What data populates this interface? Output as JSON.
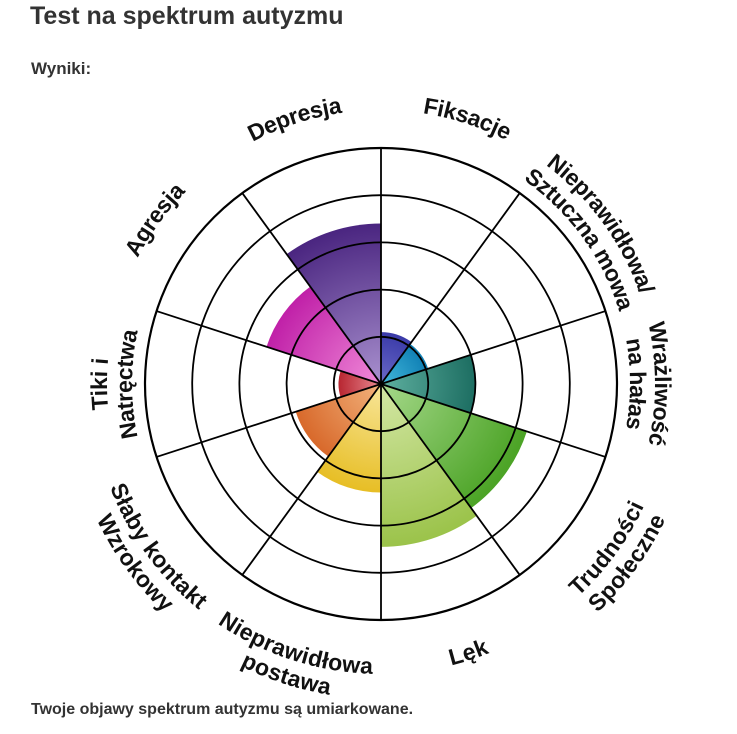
{
  "page": {
    "title": "Test na spektrum autyzmu",
    "results_label": "Wyniki:",
    "summary": "Twoje objawy spektrum autyzmu są umiarkowane."
  },
  "chart_data": {
    "type": "polar-area",
    "scale_max": 5,
    "rings": 5,
    "start_angle_deg": 0,
    "direction": "clockwise",
    "categories": [
      "Fiksacje",
      "Nieprawidłowa/ Sztuczna mowa",
      "Wrażliwość na hałas",
      "Trudności Społeczne",
      "Lęk",
      "Nieprawidłowa postawa",
      "Słaby kontakt Wzrokowy",
      "Tiki i Natręctwa",
      "Agresja",
      "Depresja"
    ],
    "label_lines": [
      [
        "Fiksacje"
      ],
      [
        "Nieprawidłowa/",
        "Sztuczna mowa"
      ],
      [
        "Wrażliwość",
        "na hałas"
      ],
      [
        "Trudności",
        "Społeczne"
      ],
      [
        "Lęk"
      ],
      [
        "Nieprawidłowa",
        "postawa"
      ],
      [
        "Słaby kontakt",
        "Wzrokowy"
      ],
      [
        "Tiki i",
        "Natręctwa"
      ],
      [
        "Agresja"
      ],
      [
        "Depresja"
      ]
    ],
    "values": [
      1.1,
      1.05,
      2.0,
      3.25,
      3.45,
      2.3,
      1.9,
      0.9,
      2.55,
      3.4
    ],
    "colors": [
      [
        "#3a3aa8",
        "#6a6ac8"
      ],
      [
        "#0f7fb4",
        "#44b9dc"
      ],
      [
        "#1d6e62",
        "#5fb0a0"
      ],
      [
        "#4ba325",
        "#a5d88a"
      ],
      [
        "#9bc34a",
        "#d4e7a6"
      ],
      [
        "#e7be25",
        "#f8e69a"
      ],
      [
        "#d8692b",
        "#f2b27c"
      ],
      [
        "#b82631",
        "#e98a92"
      ],
      [
        "#c020a8",
        "#f08ad8"
      ],
      [
        "#4a2580",
        "#a991cf"
      ]
    ],
    "ring_color": "#000000",
    "background": "#ffffff"
  }
}
